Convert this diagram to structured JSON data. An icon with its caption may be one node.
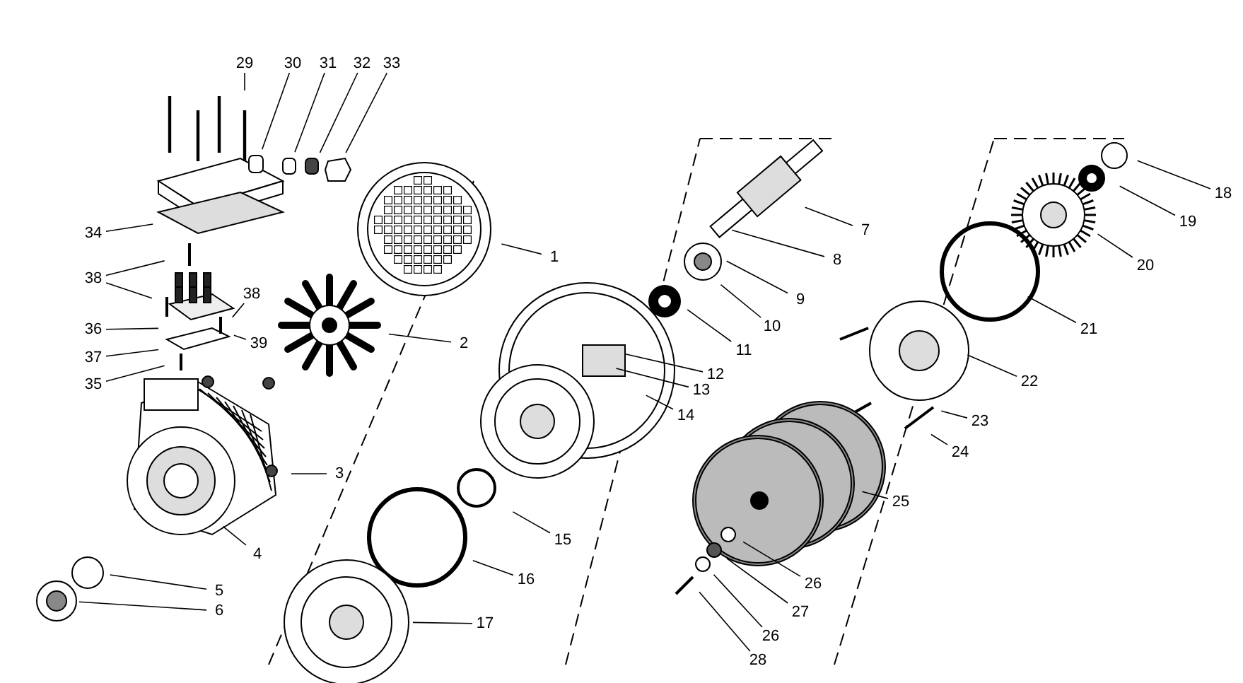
{
  "diagram": {
    "nodes": [
      {
        "text": [
          "29"
        ]
      },
      {
        "text": [
          "30"
        ]
      },
      {
        "text": [
          "31"
        ]
      },
      {
        "text": [
          "32"
        ]
      },
      {
        "text": [
          "33"
        ]
      },
      {
        "text": [
          "34"
        ]
      },
      {
        "text": [
          "38"
        ]
      },
      {
        "text": [
          "38"
        ]
      },
      {
        "text": [
          "39"
        ]
      },
      {
        "text": [
          "36"
        ]
      },
      {
        "text": [
          "37"
        ]
      },
      {
        "text": [
          "35"
        ]
      },
      {
        "text": [
          "1"
        ]
      },
      {
        "text": [
          "2"
        ]
      },
      {
        "text": [
          "3"
        ]
      },
      {
        "text": [
          "4"
        ]
      },
      {
        "text": [
          "5"
        ]
      },
      {
        "text": [
          "6"
        ]
      },
      {
        "text": [
          "7"
        ]
      },
      {
        "text": [
          "8"
        ]
      },
      {
        "text": [
          "9"
        ]
      },
      {
        "text": [
          "10"
        ]
      },
      {
        "text": [
          "11"
        ]
      },
      {
        "text": [
          "12"
        ]
      },
      {
        "text": [
          "13"
        ]
      },
      {
        "text": [
          "14"
        ]
      },
      {
        "text": [
          "15"
        ]
      },
      {
        "text": [
          "16"
        ]
      },
      {
        "text": [
          "17"
        ]
      },
      {
        "text": [
          "18"
        ]
      },
      {
        "text": [
          "19"
        ]
      },
      {
        "text": [
          "20"
        ]
      },
      {
        "text": [
          "21"
        ]
      },
      {
        "text": [
          "22"
        ]
      },
      {
        "text": [
          "23"
        ]
      },
      {
        "text": [
          "24"
        ]
      },
      {
        "text": [
          "25"
        ]
      },
      {
        "text": [
          "26"
        ]
      },
      {
        "text": [
          "27"
        ]
      },
      {
        "text": [
          "26"
        ]
      },
      {
        "text": [
          "28"
        ]
      }
    ],
    "edges": [
      {
        "from": 0,
        "to": null,
        "arrow": "none"
      },
      {
        "from": 1,
        "to": null,
        "arrow": "none"
      },
      {
        "from": 2,
        "to": null,
        "arrow": "none"
      },
      {
        "from": 3,
        "to": null,
        "arrow": "none"
      },
      {
        "from": 4,
        "to": null,
        "arrow": "none"
      },
      {
        "from": 5,
        "to": null,
        "arrow": "none"
      },
      {
        "from": 6,
        "to": null,
        "arrow": "none"
      },
      {
        "from": 6,
        "to": null,
        "arrow": "none"
      },
      {
        "from": 7,
        "to": null,
        "arrow": "none"
      },
      {
        "from": 8,
        "to": null,
        "arrow": "none"
      },
      {
        "from": 9,
        "to": null,
        "arrow": "none"
      },
      {
        "from": 10,
        "to": null,
        "arrow": "none"
      },
      {
        "from": 11,
        "to": null,
        "arrow": "none"
      },
      {
        "from": 12,
        "to": null,
        "arrow": "none"
      },
      {
        "from": 13,
        "to": null,
        "arrow": "none"
      },
      {
        "from": 14,
        "to": null,
        "arrow": "none"
      },
      {
        "from": 15,
        "to": null,
        "arrow": "none"
      },
      {
        "from": 16,
        "to": null,
        "arrow": "none"
      },
      {
        "from": 17,
        "to": null,
        "arrow": "none"
      },
      {
        "from": 18,
        "to": null,
        "arrow": "none"
      },
      {
        "from": 19,
        "to": null,
        "arrow": "none"
      },
      {
        "from": 20,
        "to": null,
        "arrow": "none"
      },
      {
        "from": 21,
        "to": null,
        "arrow": "none"
      },
      {
        "from": 22,
        "to": null,
        "arrow": "none"
      },
      {
        "from": 23,
        "to": null,
        "arrow": "none"
      },
      {
        "from": 24,
        "to": null,
        "arrow": "none"
      },
      {
        "from": 25,
        "to": null,
        "arrow": "none"
      },
      {
        "from": 26,
        "to": null,
        "arrow": "none"
      },
      {
        "from": 27,
        "to": null,
        "arrow": "none"
      },
      {
        "from": 28,
        "to": null,
        "arrow": "none"
      },
      {
        "from": 29,
        "to": null,
        "arrow": "none"
      },
      {
        "from": 30,
        "to": null,
        "arrow": "none"
      },
      {
        "from": 31,
        "to": null,
        "arrow": "none"
      },
      {
        "from": 32,
        "to": null,
        "arrow": "none"
      },
      {
        "from": 33,
        "to": null,
        "arrow": "none"
      },
      {
        "from": 34,
        "to": null,
        "arrow": "none"
      },
      {
        "from": 35,
        "to": null,
        "arrow": "none"
      },
      {
        "from": 36,
        "to": null,
        "arrow": "none"
      },
      {
        "from": 37,
        "to": null,
        "arrow": "none"
      },
      {
        "from": 38,
        "to": null,
        "arrow": "none"
      },
      {
        "from": 39,
        "to": null,
        "arrow": "none"
      },
      {
        "from": 40,
        "to": null,
        "arrow": "none"
      }
    ]
  }
}
